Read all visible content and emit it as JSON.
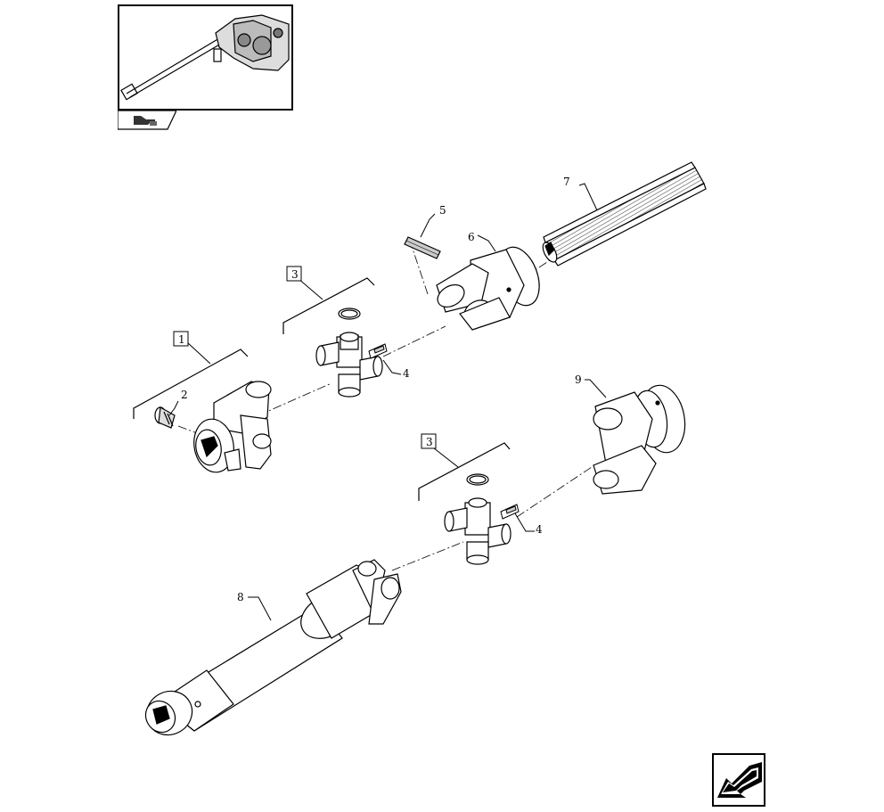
{
  "thumbnail": {
    "icon": "assembly-thumbnail-icon"
  },
  "nav": {
    "icon": "hand-pointer-icon"
  },
  "exit": {
    "icon": "back-arrow-icon"
  },
  "callouts": {
    "c1": "1",
    "c2": "2",
    "c3a": "3",
    "c3b": "3",
    "c4a": "4",
    "c4b": "4",
    "c5": "5",
    "c6": "6",
    "c7": "7",
    "c8": "8",
    "c9": "9"
  }
}
